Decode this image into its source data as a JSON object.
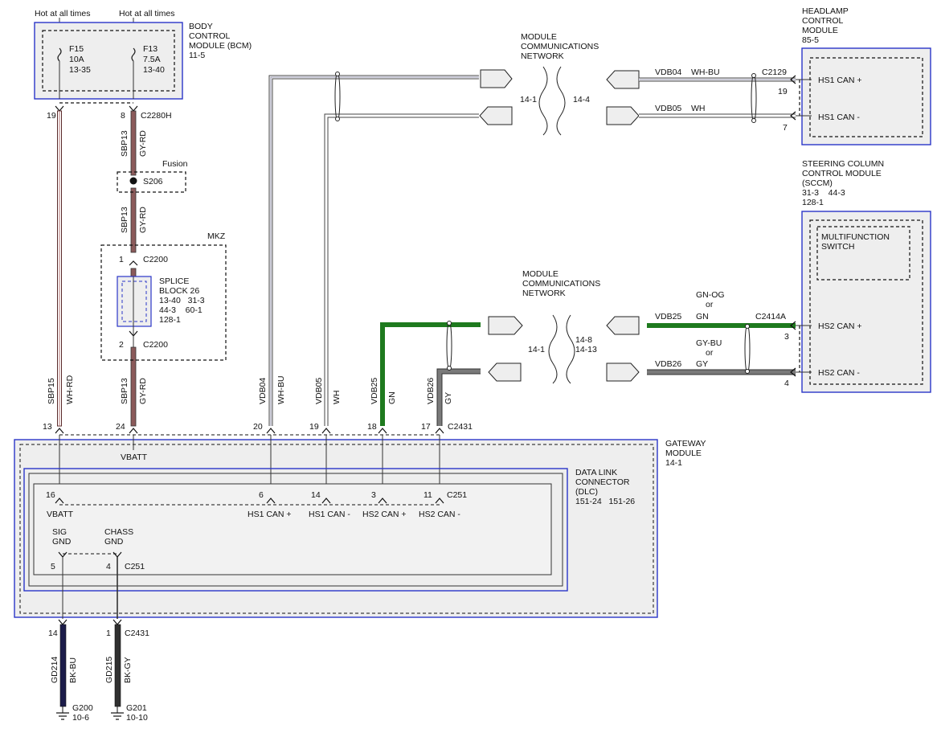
{
  "top": {
    "hot1": "Hot at all times",
    "hot2": "Hot at all times"
  },
  "bcm": {
    "name": [
      "BODY",
      "CONTROL",
      "MODULE (BCM)",
      "11-5"
    ],
    "f15": [
      "F15",
      "10A",
      "13-35"
    ],
    "f13": [
      "F13",
      "7.5A",
      "13-40"
    ],
    "pin19": "19",
    "pin8": "8",
    "conn": "C2280H"
  },
  "wire_sbp13": {
    "circuit": "SBP13",
    "color": "GY-RD"
  },
  "wire_sbp15": {
    "circuit": "SBP15",
    "color": "WH-RD"
  },
  "splice": {
    "fusion": "Fusion",
    "id": "S206"
  },
  "mkz": {
    "label": "MKZ",
    "pin1": "1",
    "pin2": "2",
    "conn": "C2200",
    "block": [
      "SPLICE",
      "BLOCK 26",
      "13-40   31-3",
      "44-3    60-1",
      "128-1"
    ]
  },
  "network1": {
    "title": [
      "MODULE",
      "COMMUNICATIONS",
      "NETWORK"
    ],
    "ref_left": "14-1",
    "ref_right": "14-4"
  },
  "network2": {
    "title": [
      "MODULE",
      "COMMUNICATIONS",
      "NETWORK"
    ],
    "ref_left": "14-1",
    "ref_right1": "14-8",
    "ref_right2": "14-13"
  },
  "headlamp": {
    "name": [
      "HEADLAMP",
      "CONTROL",
      "MODULE",
      "85-5"
    ],
    "conn": "C2129",
    "pin19": "19",
    "pin7": "7",
    "can_plus": "HS1 CAN +",
    "can_minus": "HS1 CAN -",
    "wire1": {
      "circuit": "VDB04",
      "color": "WH-BU"
    },
    "wire2": {
      "circuit": "VDB05",
      "color": "WH"
    }
  },
  "sccm": {
    "name": [
      "STEERING COLUMN",
      "CONTROL MODULE",
      "(SCCM)",
      "31-3    44-3",
      "128-1"
    ],
    "switch": [
      "MULTIFUNCTION",
      "SWITCH"
    ],
    "conn": "C2414A",
    "pin3": "3",
    "pin4": "4",
    "can_plus": "HS2 CAN +",
    "can_minus": "HS2 CAN -",
    "wire1": {
      "circuit": "VDB25",
      "color": "GN",
      "alt1": "GN-OG",
      "alt2": "or"
    },
    "wire2": {
      "circuit": "VDB26",
      "color": "GY",
      "alt1": "GY-BU",
      "alt2": "or"
    }
  },
  "vertical_wires": {
    "vdb04": {
      "circuit": "VDB04",
      "color": "WH-BU"
    },
    "vdb05": {
      "circuit": "VDB05",
      "color": "WH"
    },
    "vdb25": {
      "circuit": "VDB25",
      "color": "GN"
    },
    "vdb26": {
      "circuit": "VDB26",
      "color": "GY"
    }
  },
  "gateway": {
    "name": [
      "GATEWAY",
      "MODULE",
      "14-1"
    ],
    "vbatt": "VBATT",
    "pins": [
      "13",
      "24",
      "20",
      "19",
      "18",
      "17"
    ],
    "conn": "C2431"
  },
  "dlc": {
    "name": [
      "DATA LINK",
      "CONNECTOR",
      "(DLC)",
      "151-24   151-26"
    ],
    "pin16": "16",
    "pin6": "6",
    "pin14": "14",
    "pin3": "3",
    "pin11": "11",
    "conn": "C251",
    "vbatt": "VBATT",
    "hs1p": "HS1 CAN +",
    "hs1m": "HS1 CAN -",
    "hs2p": "HS2 CAN +",
    "hs2m": "HS2 CAN -",
    "sig": [
      "SIG",
      "GND"
    ],
    "chass": [
      "CHASS",
      "GND"
    ],
    "pin5": "5",
    "pin4": "4",
    "conn_bottom": "C251"
  },
  "grounds": {
    "pin14": "14",
    "pin1": "1",
    "conn": "C2431",
    "gd214": {
      "circuit": "GD214",
      "color": "BK-BU"
    },
    "gd215": {
      "circuit": "GD215",
      "color": "BK-GY"
    },
    "g200": [
      "G200",
      "10-6"
    ],
    "g201": [
      "G201",
      "10-10"
    ]
  },
  "colors": {
    "module_border": "#2a35c8",
    "wire_gy_rd": "#8b5a5a",
    "wire_gn": "#1e7a1e",
    "wire_gy": "#7a7a7a",
    "wire_bk_bu": "#1c1c4a",
    "wire_bk_gy": "#303030"
  }
}
